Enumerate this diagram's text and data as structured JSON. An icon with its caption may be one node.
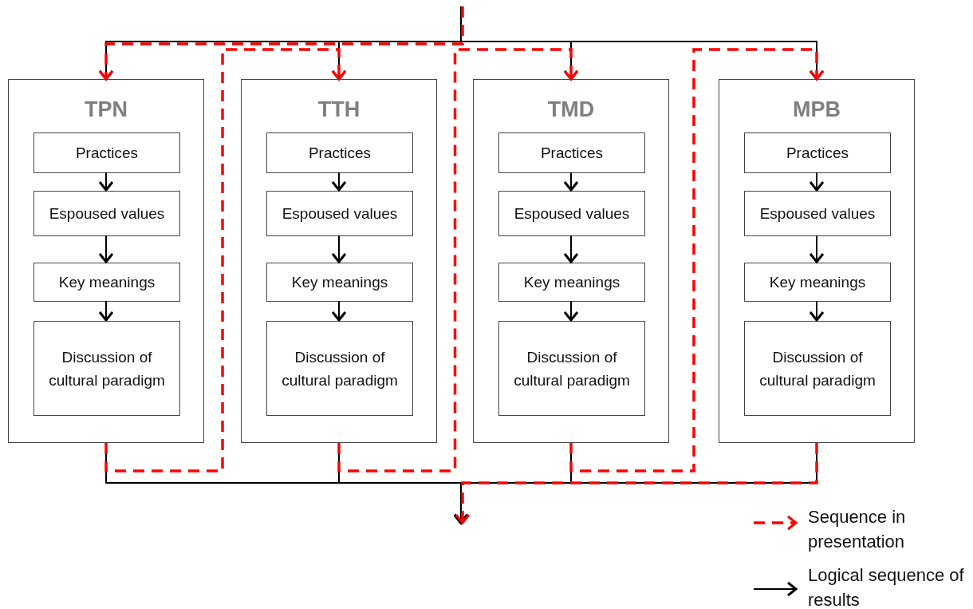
{
  "diagram": {
    "nodes": [
      {
        "text": [
          "TPN"
        ]
      },
      {
        "text": [
          "Practices"
        ],
        "in": 0
      },
      {
        "text": [
          "Espoused values"
        ],
        "in": 0
      },
      {
        "text": [
          "Key meanings"
        ],
        "in": 0
      },
      {
        "text": [
          "Discussion of cultural paradigm"
        ],
        "in": 0
      },
      {
        "text": [
          "TTH"
        ]
      },
      {
        "text": [
          "Practices"
        ],
        "in": 5
      },
      {
        "text": [
          "Espoused values"
        ],
        "in": 5
      },
      {
        "text": [
          "Key meanings"
        ],
        "in": 5
      },
      {
        "text": [
          "Discussion of cultural paradigm"
        ],
        "in": 5
      },
      {
        "text": [
          "TMD"
        ]
      },
      {
        "text": [
          "Practices"
        ],
        "in": 10
      },
      {
        "text": [
          "Espoused values"
        ],
        "in": 10
      },
      {
        "text": [
          "Key meanings"
        ],
        "in": 10
      },
      {
        "text": [
          "Discussion of cultural paradigm"
        ],
        "in": 10
      },
      {
        "text": [
          "MPB"
        ]
      },
      {
        "text": [
          "Practices"
        ],
        "in": 15
      },
      {
        "text": [
          "Espoused values"
        ],
        "in": 15
      },
      {
        "text": [
          "Key meanings"
        ],
        "in": 15
      },
      {
        "text": [
          "Discussion of cultural paradigm"
        ],
        "in": 15
      }
    ],
    "edges": [
      {
        "from": 1,
        "to": 2,
        "arrow": "to"
      },
      {
        "from": 2,
        "to": 3,
        "arrow": "to"
      },
      {
        "from": 3,
        "to": 4,
        "arrow": "to"
      },
      {
        "from": 6,
        "to": 7,
        "arrow": "to"
      },
      {
        "from": 7,
        "to": 8,
        "arrow": "to"
      },
      {
        "from": 8,
        "to": 9,
        "arrow": "to"
      },
      {
        "from": 11,
        "to": 12,
        "arrow": "to"
      },
      {
        "from": 12,
        "to": 13,
        "arrow": "to"
      },
      {
        "from": 13,
        "to": 14,
        "arrow": "to"
      },
      {
        "from": 16,
        "to": 17,
        "arrow": "to"
      },
      {
        "from": 17,
        "to": 18,
        "arrow": "to"
      },
      {
        "from": 18,
        "to": 19,
        "arrow": "to"
      },
      {
        "from": null,
        "to": 0,
        "arrow": "to"
      },
      {
        "from": null,
        "to": 5,
        "arrow": "to"
      },
      {
        "from": null,
        "to": 10,
        "arrow": "to"
      },
      {
        "from": null,
        "to": 15,
        "arrow": "to"
      },
      {
        "from": 0,
        "to": null,
        "arrow": "to"
      },
      {
        "from": 5,
        "to": null,
        "arrow": "to"
      },
      {
        "from": 10,
        "to": null,
        "arrow": "to"
      },
      {
        "from": 15,
        "to": null,
        "arrow": "to"
      },
      {
        "from": null,
        "to": 0,
        "arrow": "to",
        "style": "dashed",
        "color": "#ff0000"
      },
      {
        "from": 0,
        "to": 5,
        "arrow": "to",
        "style": "dashed",
        "color": "#ff0000"
      },
      {
        "from": 5,
        "to": 10,
        "arrow": "to",
        "style": "dashed",
        "color": "#ff0000"
      },
      {
        "from": 10,
        "to": 15,
        "arrow": "to",
        "style": "dashed",
        "color": "#ff0000"
      },
      {
        "from": 15,
        "to": null,
        "arrow": "to",
        "style": "dashed",
        "color": "#ff0000"
      }
    ],
    "legend": [
      {
        "text": "Sequence in presentation"
      },
      {
        "text": "Logical sequence of results"
      }
    ]
  }
}
